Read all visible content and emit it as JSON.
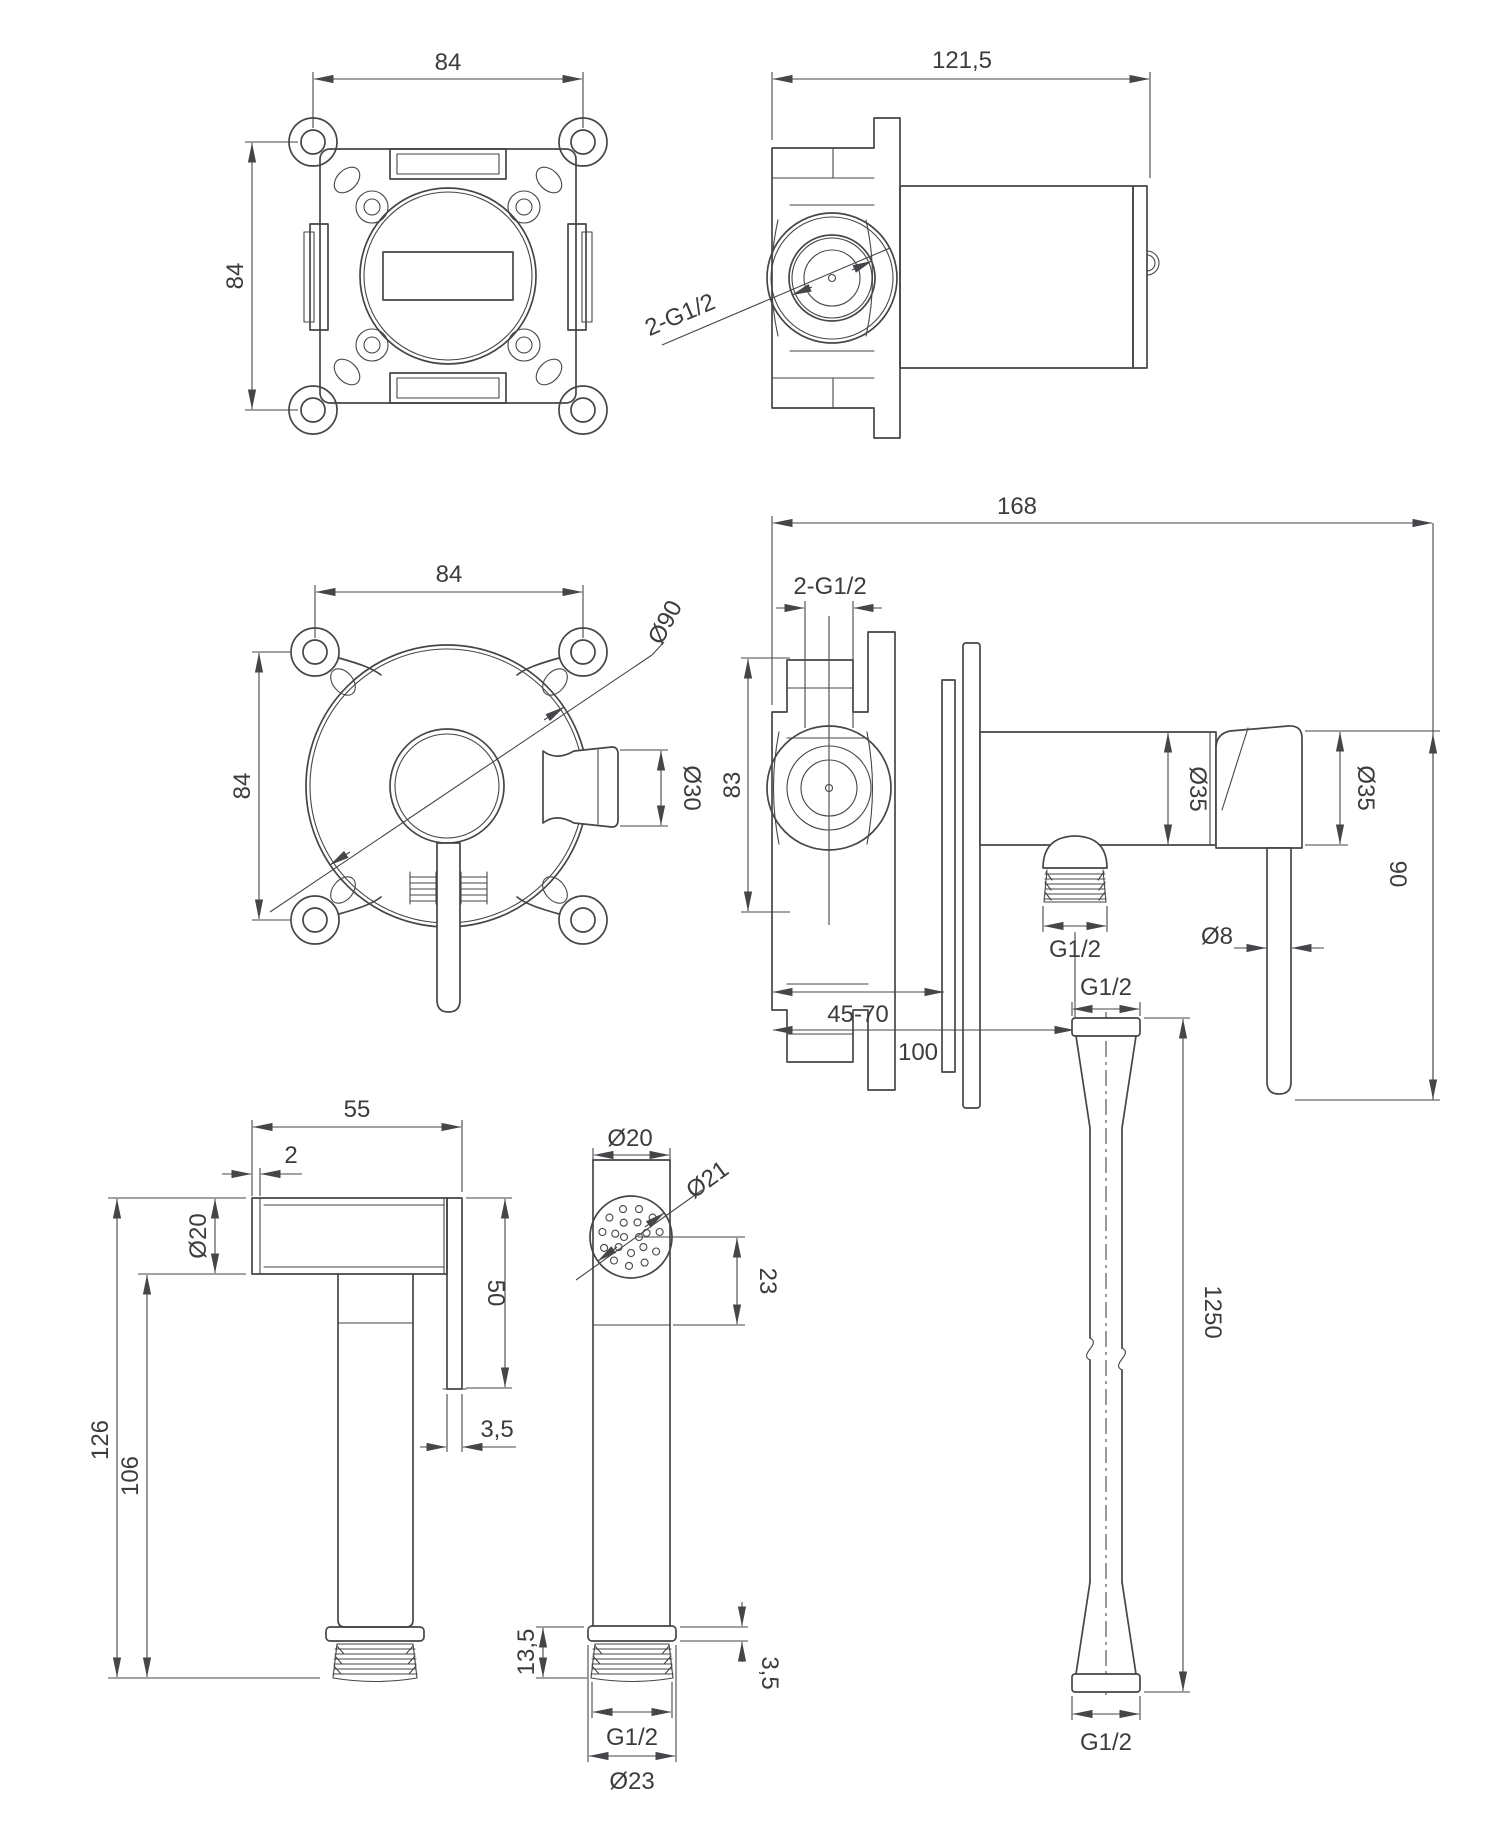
{
  "sheet": {
    "background": "#ffffff",
    "line_color": "#46464a",
    "text_color": "#3c3c40"
  },
  "views": {
    "box_front": {
      "label": "rough-in box front view",
      "dim_width": "84",
      "dim_height": "84"
    },
    "box_side": {
      "label": "rough-in box side view",
      "dim_depth": "121,5",
      "dim_ports": "2-G1/2"
    },
    "mixer_front": {
      "label": "mixer trim front view",
      "dim_width": "84",
      "dim_height": "84",
      "dim_plate": "Ø90",
      "dim_holder": "Ø30"
    },
    "mixer_side": {
      "label": "mixer trim side view",
      "dim_total": "168",
      "dim_ports": "2-G1/2",
      "dim_body_height": "83",
      "dim_pipe": "Ø35",
      "dim_holder": "Ø35",
      "dim_handle": "90",
      "dim_rod": "Ø8",
      "dim_outlet": "G1/2",
      "dim_depth_range": "45-70",
      "dim_outlet_offset": "100"
    },
    "spray_side": {
      "label": "handspray side view",
      "dim_length": "55",
      "dim_ring": "2",
      "dim_head": "Ø20",
      "dim_drop": "50",
      "dim_rod": "3,5",
      "dim_total": "126",
      "dim_grip": "106"
    },
    "spray_front": {
      "label": "handspray front view",
      "dim_head": "Ø20",
      "dim_face": "Ø21",
      "dim_offset": "23",
      "dim_nut": "13,5",
      "dim_flange": "3,5",
      "dim_thread": "G1/2",
      "dim_flange_dia": "Ø23"
    },
    "hose": {
      "label": "shower hose",
      "dim_thread_top": "G1/2",
      "dim_length": "1250",
      "dim_thread_bottom": "G1/2"
    }
  }
}
